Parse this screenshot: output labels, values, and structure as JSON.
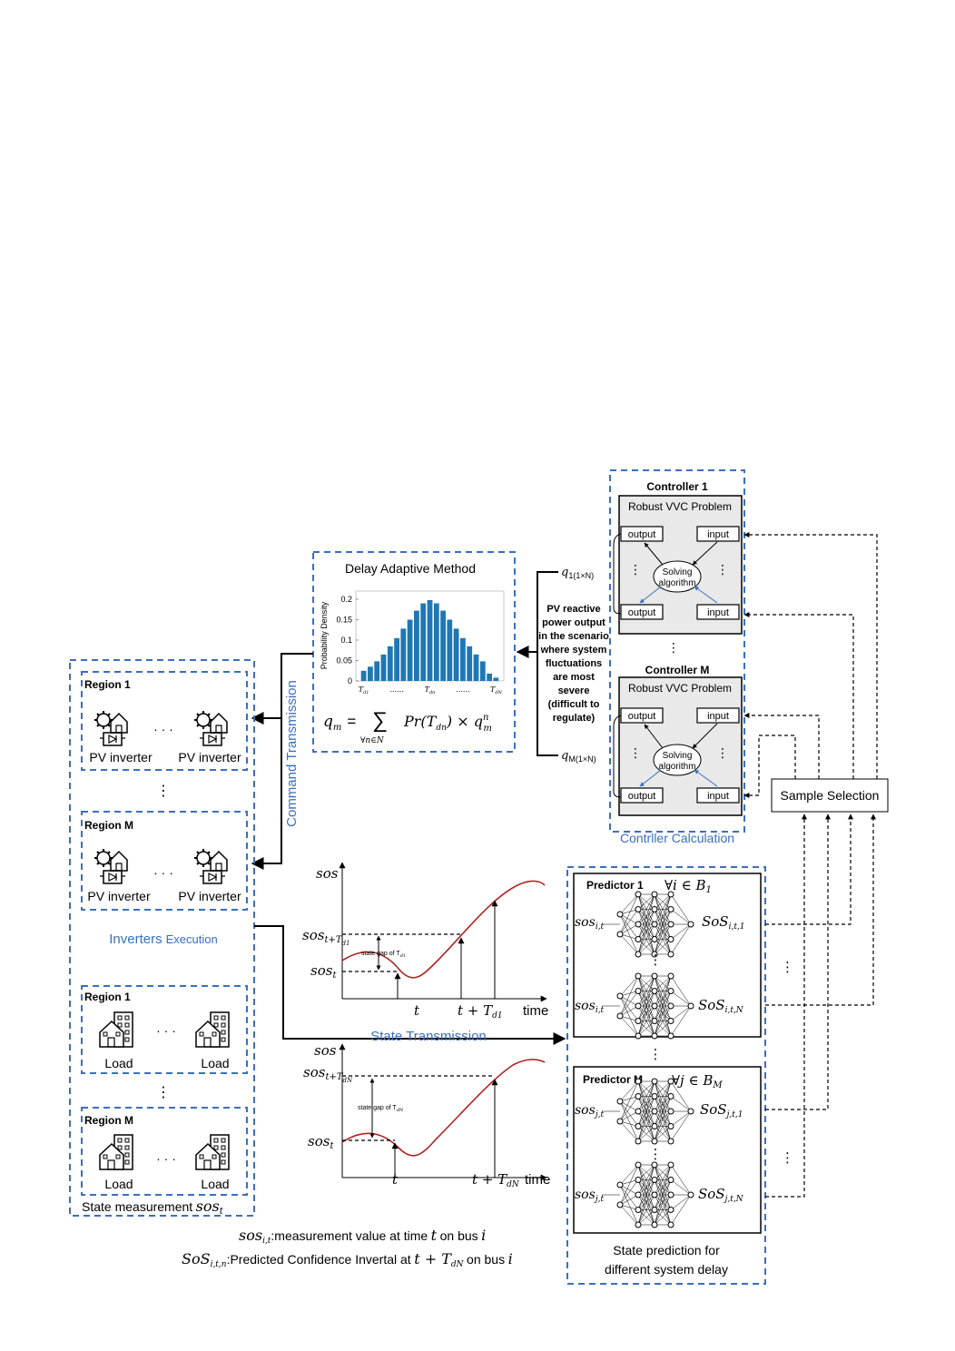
{
  "controller_block": {
    "controller_1": "Controller 1",
    "controller_m": "Controller M",
    "problem": "Robust VVC Problem",
    "output": "output",
    "input": "input",
    "solving_line1": "Solving",
    "solving_line2": "algorithm",
    "caption": "Contrller Calculation",
    "q1": "q",
    "q1_sub": "1(1×N)",
    "qm": "q",
    "qm_sub": "M(1×N)"
  },
  "pv_note": [
    "PV reactive",
    "power output",
    "in the scenario",
    "where system",
    "fluctuations",
    "are most",
    "severe",
    "(difficult to",
    "regulate)"
  ],
  "delay_method": {
    "title": "Delay Adaptive Method",
    "ylabel": "Probability Density",
    "formula_lhs": "q",
    "formula_lhs_sub": "m",
    "formula_eq": "=",
    "formula_sum": "∑",
    "formula_under": "∀n∈N",
    "formula_rhs": "Pr(T",
    "formula_rhs_sub": "dn",
    "formula_rhs_end": ") × q",
    "formula_rhs_sup": "n",
    "formula_rhs_sub2": "m"
  },
  "chart_data": {
    "type": "bar",
    "categories": [
      "T_d1",
      "",
      "",
      "",
      "",
      "",
      "",
      "",
      "",
      "",
      "T_dn",
      "",
      "",
      "",
      "",
      "",
      "",
      "",
      "",
      "",
      "T_dN"
    ],
    "x_ticklabels": [
      "T",
      "......",
      "T",
      "......",
      "T"
    ],
    "x_tick_subs": [
      "d1",
      "",
      "dn",
      "",
      "dN"
    ],
    "values": [
      0.025,
      0.035,
      0.048,
      0.065,
      0.085,
      0.105,
      0.128,
      0.15,
      0.172,
      0.19,
      0.198,
      0.19,
      0.172,
      0.15,
      0.128,
      0.105,
      0.085,
      0.065,
      0.048,
      0.018,
      0.008
    ],
    "ylim": [
      0,
      0.22
    ],
    "yticks": [
      "0",
      "0.05",
      "0.1",
      "0.15",
      "0.2"
    ],
    "ylabel": "Probability Density",
    "bar_color": "#1f77b4"
  },
  "command_label": "Command Transmission",
  "inverters": {
    "region1": "Region 1",
    "regionm": "Region M",
    "device": "PV inverter",
    "dots": "· · ·",
    "caption_big": "Inverters",
    "caption_small": "Execution"
  },
  "loads": {
    "region1": "Region 1",
    "regionm": "Region M",
    "device": "Load",
    "dots": "· · ·"
  },
  "state_measurement": "State measurement",
  "state_measurement_sym": "sos",
  "state_measurement_sub": "t",
  "state_transmission": "State Transmission",
  "plot1": {
    "yaxis": "sos",
    "upper": "sos",
    "upper_sub": "t+T",
    "upper_subsub": "d1",
    "lower": "sos",
    "lower_sub": "t",
    "gap": "state gap of T",
    "gap_sub": "d1",
    "tick1": "t",
    "tick2": "t + T",
    "tick2_sub": "d1",
    "xaxis": "time"
  },
  "plot2": {
    "yaxis": "sos",
    "upper": "sos",
    "upper_sub": "t+T",
    "upper_subsub": "dN",
    "lower": "sos",
    "lower_sub": "t",
    "gap": "state gap of T",
    "gap_sub": "dN",
    "tick1": "t",
    "tick2": "t + T",
    "tick2_sub": "dN",
    "xaxis": "time"
  },
  "predictors": {
    "p1": "Predictor 1",
    "p1_cond": "∀i ∈ B",
    "p1_cond_sub": "1",
    "pm": "Predictor M",
    "pm_cond": "∀j ∈ B",
    "pm_cond_sub": "M",
    "in_i": "sos",
    "in_i_sub": "i,t",
    "in_j": "sos",
    "in_j_sub": "j,t",
    "out_i1": "SoS",
    "out_i1_sub": "i,t,1",
    "out_iN": "SoS",
    "out_iN_sub": "i,t,N",
    "out_j1": "SoS",
    "out_j1_sub": "j,t,1",
    "out_jN": "SoS",
    "out_jN_sub": "j,t,N",
    "caption1": "State prediction for",
    "caption2": "different system delay"
  },
  "sample_selection": "Sample Selection",
  "legend": {
    "l1_sym": "sos",
    "l1_sub": "i,t",
    "l1_text": ":measurement value at time",
    "l1_t": "t",
    "l1_text2": "on bus",
    "l1_i": "i",
    "l2_sym": "SoS",
    "l2_sub": "i,t,n",
    "l2_text": ":Predicted Confidence Invertal at",
    "l2_t": "t + T",
    "l2_tsub": "dN",
    "l2_text2": "on bus",
    "l2_i": "i"
  },
  "colors": {
    "blue_text": "#3a6fbf",
    "curve": "#b22222",
    "controller_fill": "#e9e9e9"
  }
}
